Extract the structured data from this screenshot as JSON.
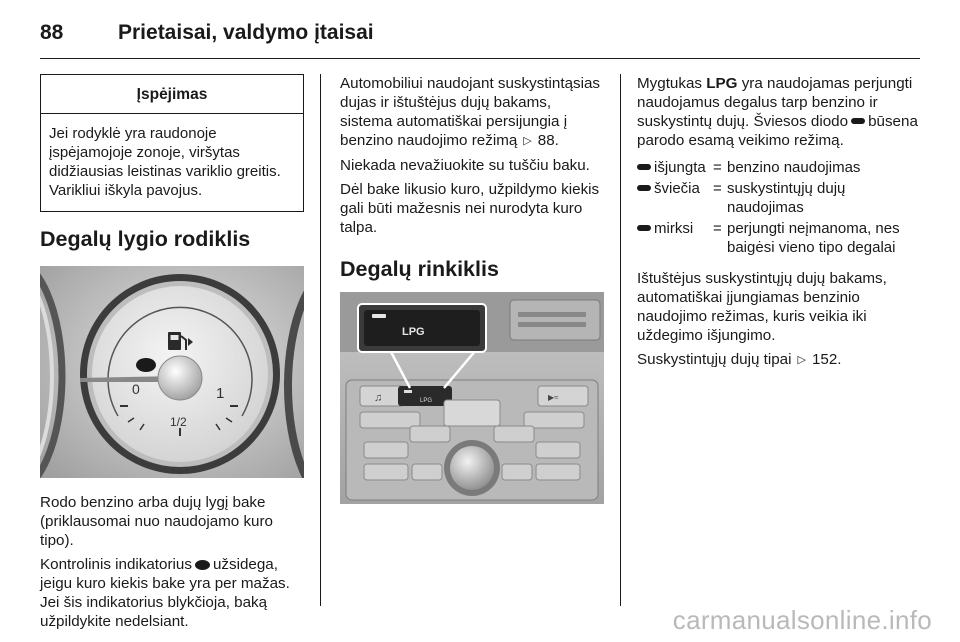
{
  "header": {
    "page_number": "88",
    "title": "Prietaisai, valdymo įtaisai"
  },
  "warning": {
    "title": "Įspėjimas",
    "text": "Jei rodyklė yra raudonoje įspėjamojoje zonoje, viršytas didžiausias leistinas variklio greitis. Varikliui iškyla pavojus."
  },
  "left_col": {
    "section_title": "Degalų lygio rodiklis",
    "gauge": {
      "label_zero": "0",
      "label_half": "1/2",
      "label_one": "1"
    },
    "p1": "Rodo benzino arba dujų lygį bake (priklausomai nuo naudojamo kuro tipo).",
    "p2_before": "Kontrolinis indikatorius",
    "p2_after": "užsidega, jeigu kuro kiekis bake yra per mažas. Jei šis indikatorius blykčioja, baką užpildykite nedelsiant."
  },
  "mid_col": {
    "p1_text": "Automobiliui naudojant suskystintąsias dujas ir ištuštėjus dujų bakams, sistema automatiškai persijungia į benzino naudojimo režimą",
    "p1_ref": "88.",
    "p2": "Niekada nevažiuokite su tuščiu baku.",
    "p3": "Dėl bake likusio kuro, užpildymo kiekis gali būti mažesnis nei nurodyta kuro talpa.",
    "section_title": "Degalų rinkiklis",
    "panel": {
      "button_label": "LPG",
      "small_button_label": "LPG"
    }
  },
  "right_col": {
    "p1_before": "Mygtukas",
    "p1_bold": "LPG",
    "p1_mid": "yra naudojamas perjungti naudojamus degalus tarp benzino ir suskystintų dujų. Šviesos diodo",
    "p1_after": "būsena parodo esamą veikimo režimą.",
    "states": [
      {
        "state": "išjungta",
        "eq": "=",
        "meaning": "benzino naudojimas"
      },
      {
        "state": "šviečia",
        "eq": "=",
        "meaning": "suskystintųjų dujų naudojimas"
      },
      {
        "state": "mirksi",
        "eq": "=",
        "meaning": "perjungti neįmanoma, nes baigėsi vieno tipo degalai"
      }
    ],
    "p2": "Ištuštėjus suskystintųjų dujų bakams, automatiškai įjungiamas benzinio naudojimo režimas, kuris veikia iki uždegimo išjungimo.",
    "p3_text": "Suskystintųjų dujų tipai",
    "p3_ref": "152."
  },
  "watermark": "carmanualsonline.info"
}
